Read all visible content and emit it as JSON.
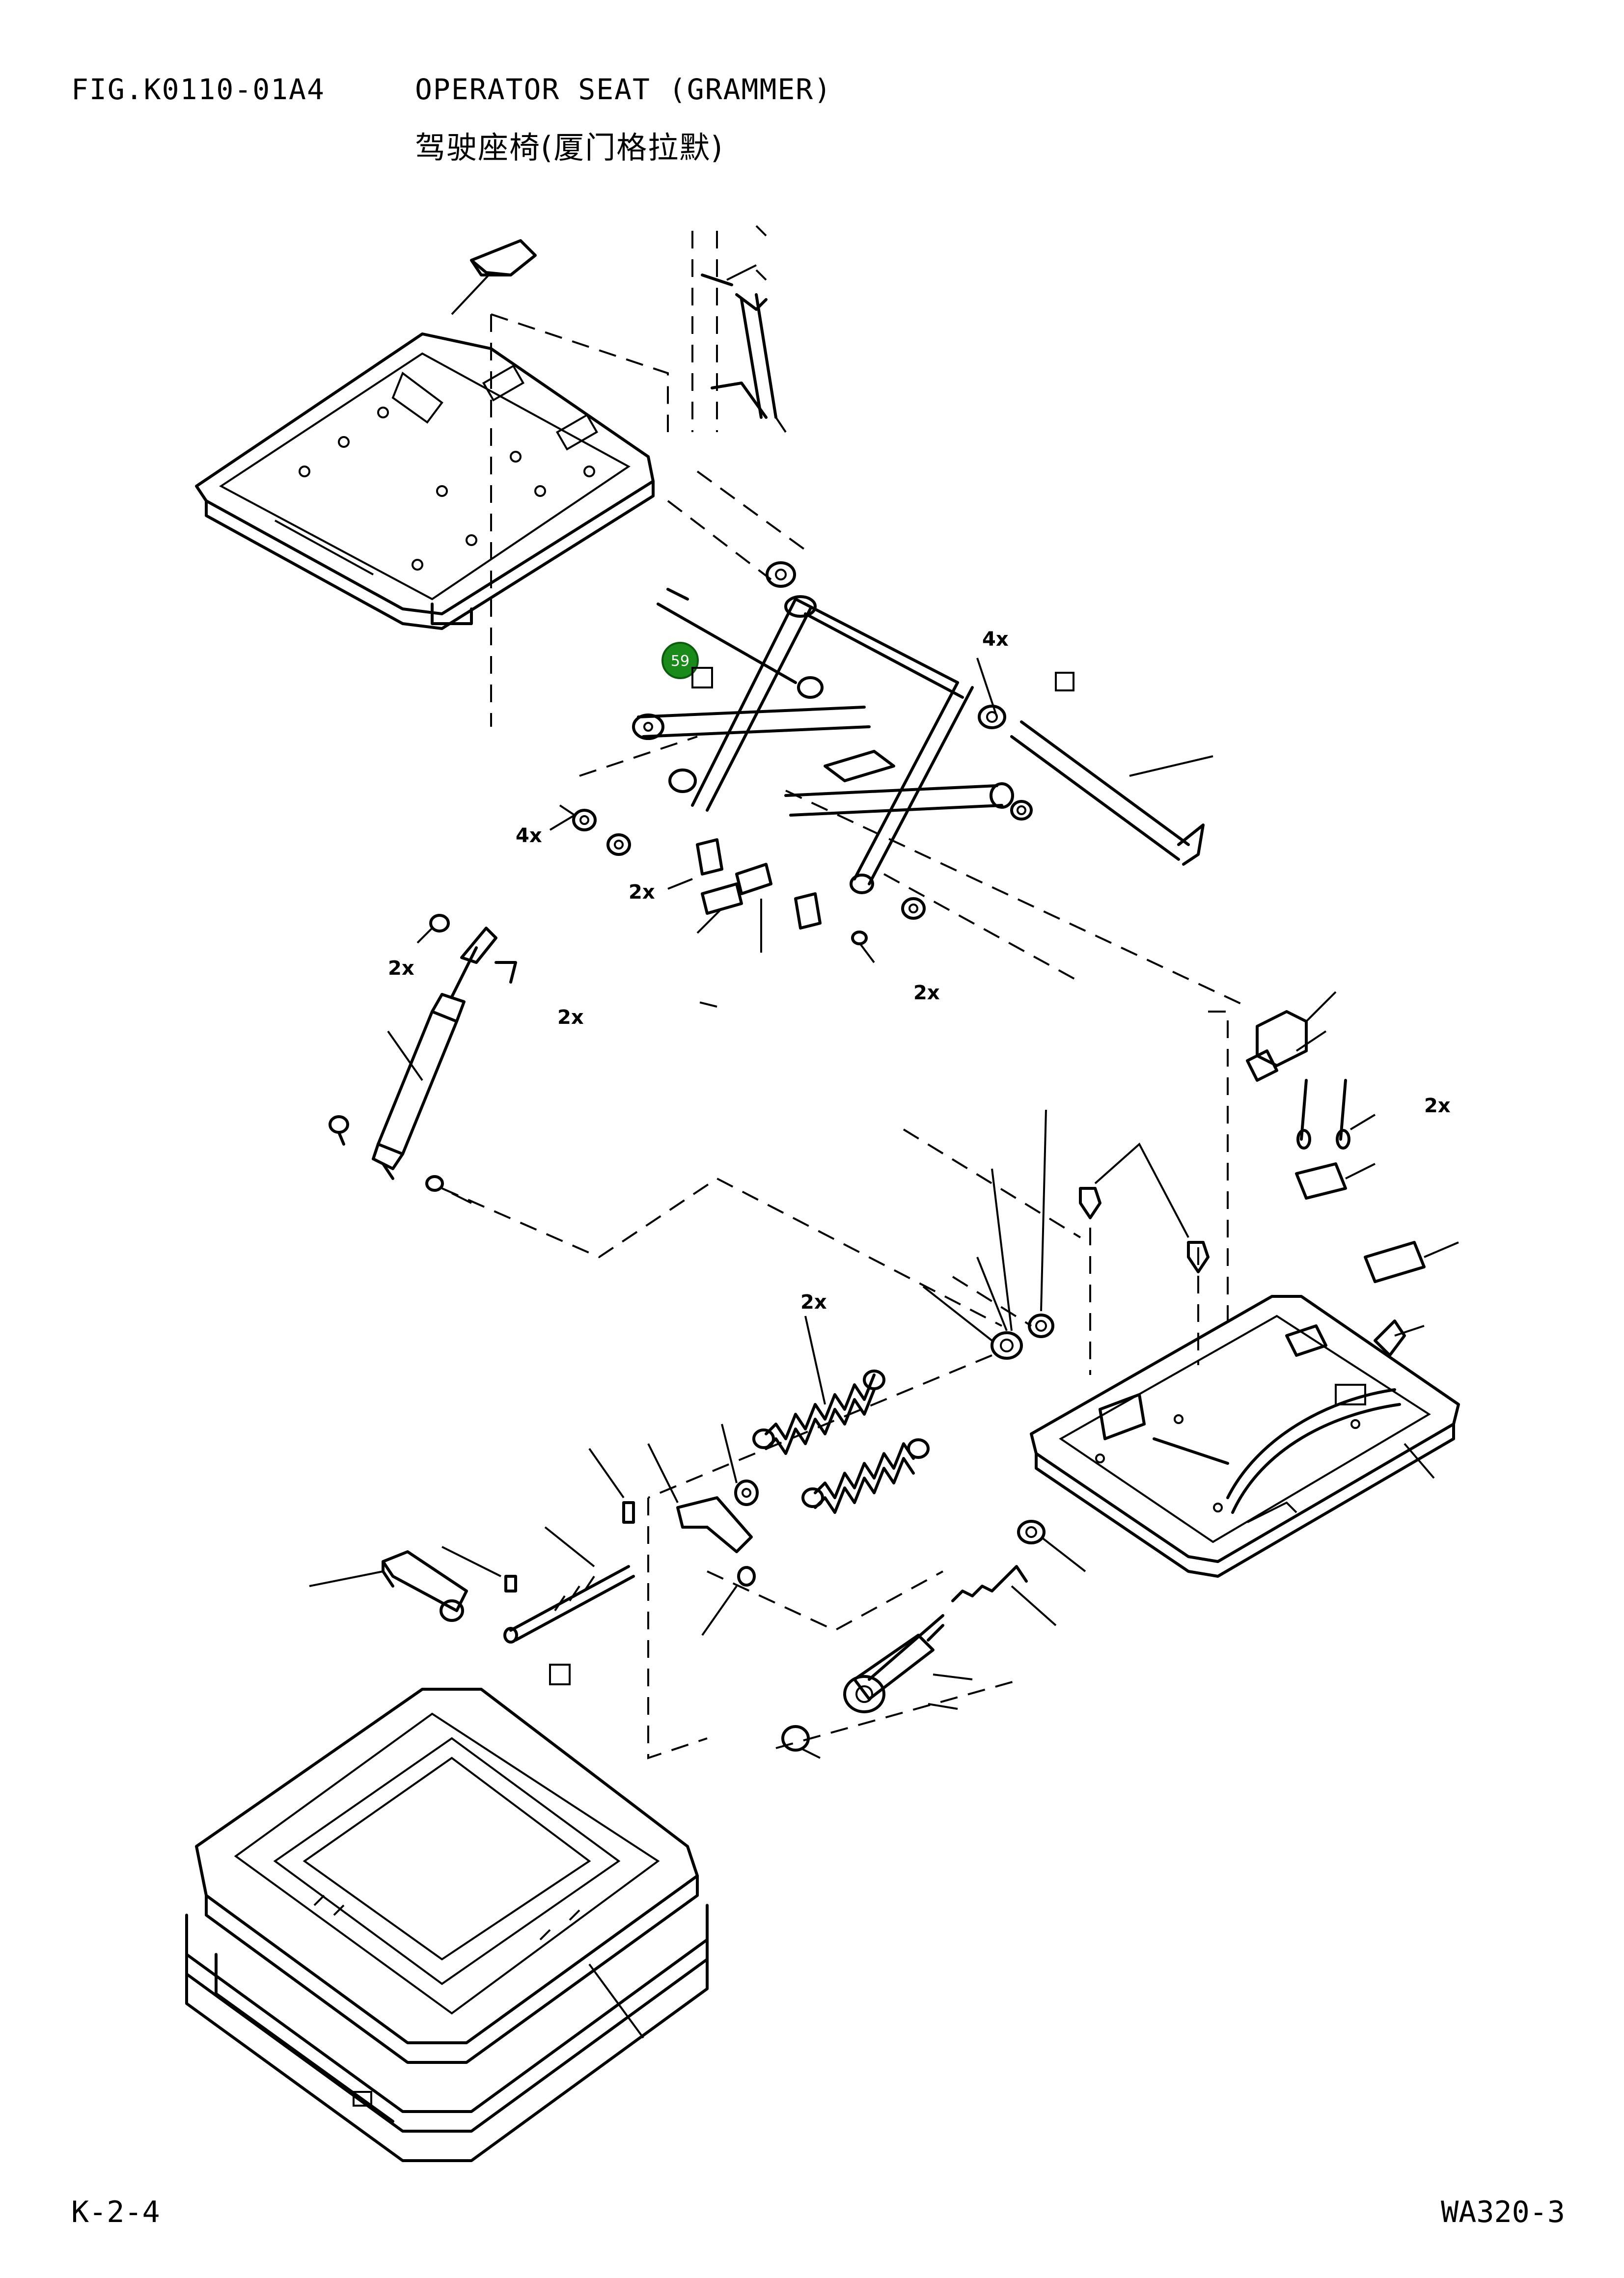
{
  "header": {
    "figure_code": "FIG.K0110-01A4",
    "title": "OPERATOR SEAT (GRAMMER)",
    "title_cn": "驾驶座椅(厦门格拉默)"
  },
  "footer": {
    "page_ref": "K-2-4",
    "model": "WA320-3"
  },
  "callout": {
    "label": "59",
    "color": "#1a8a1a"
  },
  "quantity_labels": [
    "4x",
    "4x",
    "2x",
    "2x",
    "2x",
    "2x",
    "2x",
    "2x"
  ]
}
